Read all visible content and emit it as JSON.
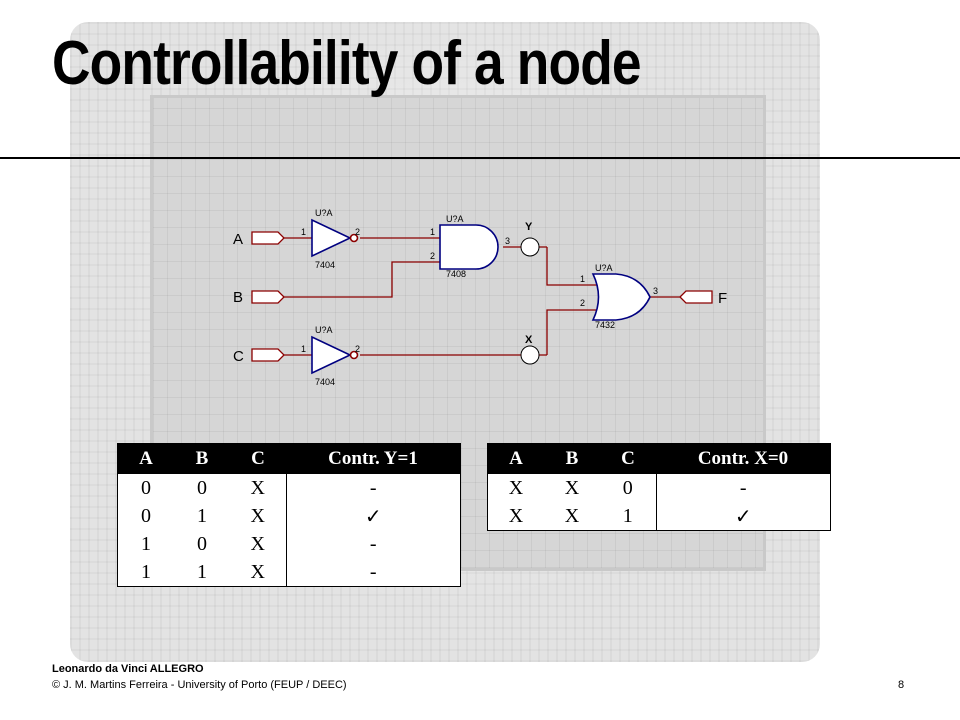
{
  "slide": {
    "title": "Controllability of a node",
    "page_number": "8"
  },
  "schematic": {
    "inputs": [
      "A",
      "B",
      "C"
    ],
    "output": "F",
    "inverter_top": {
      "ref": "U?A",
      "part": "7404",
      "pin_in": "1",
      "pin_out": "2"
    },
    "and_gate": {
      "ref": "U?A",
      "part": "7408",
      "pin_a": "1",
      "pin_b": "2",
      "pin_out": "3"
    },
    "or_gate": {
      "ref": "U?A",
      "part": "7432",
      "pin_a": "1",
      "pin_b": "2",
      "pin_out": "3"
    },
    "inverter_bottom": {
      "ref": "U?A",
      "part": "7404",
      "pin_in": "1",
      "pin_out": "2"
    },
    "node_y": "Y",
    "node_x": "X"
  },
  "table_y": {
    "headers": [
      "A",
      "B",
      "C",
      "Contr. Y=1"
    ],
    "rows": [
      [
        "0",
        "0",
        "X",
        "-"
      ],
      [
        "0",
        "1",
        "X",
        "✓"
      ],
      [
        "1",
        "0",
        "X",
        "-"
      ],
      [
        "1",
        "1",
        "X",
        "-"
      ]
    ]
  },
  "table_x": {
    "headers": [
      "A",
      "B",
      "C",
      "Contr. X=0"
    ],
    "rows": [
      [
        "X",
        "X",
        "0",
        "-"
      ],
      [
        "X",
        "X",
        "1",
        "✓"
      ]
    ]
  },
  "footer": {
    "project": "Leonardo da Vinci ALLEGRO",
    "copyright": "© J. M. Martins Ferreira - University of Porto (FEUP / DEEC)"
  }
}
